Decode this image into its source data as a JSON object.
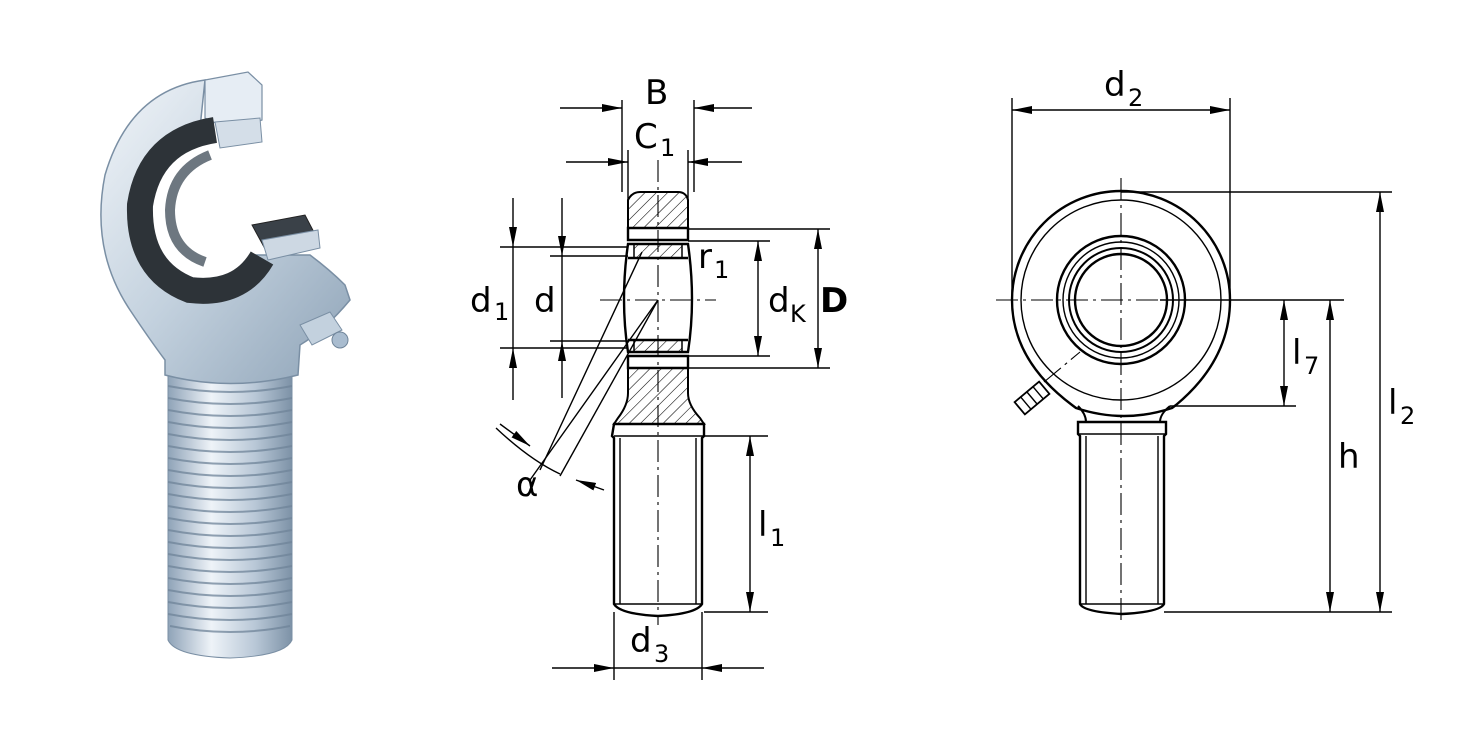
{
  "labels": {
    "B": "B",
    "C1_main": "C",
    "C1_sub": "1",
    "d1_main": "d",
    "d1_sub": "1",
    "d": "d",
    "r1_main": "r",
    "r1_sub": "1",
    "dK_main": "d",
    "dK_sub": "K",
    "D": "D",
    "alpha": "α",
    "l1_main": "l",
    "l1_sub": "1",
    "d3_main": "d",
    "d3_sub": "3",
    "d2_main": "d",
    "d2_sub": "2",
    "l7_main": "l",
    "l7_sub": "7",
    "h": "h",
    "l2_main": "l",
    "l2_sub": "2"
  },
  "colors": {
    "steel_light": "#dfe8f2",
    "steel_mid": "#a9bccf",
    "steel_dark": "#6f8499",
    "ring_dark": "#2d3338",
    "line": "#000000"
  }
}
